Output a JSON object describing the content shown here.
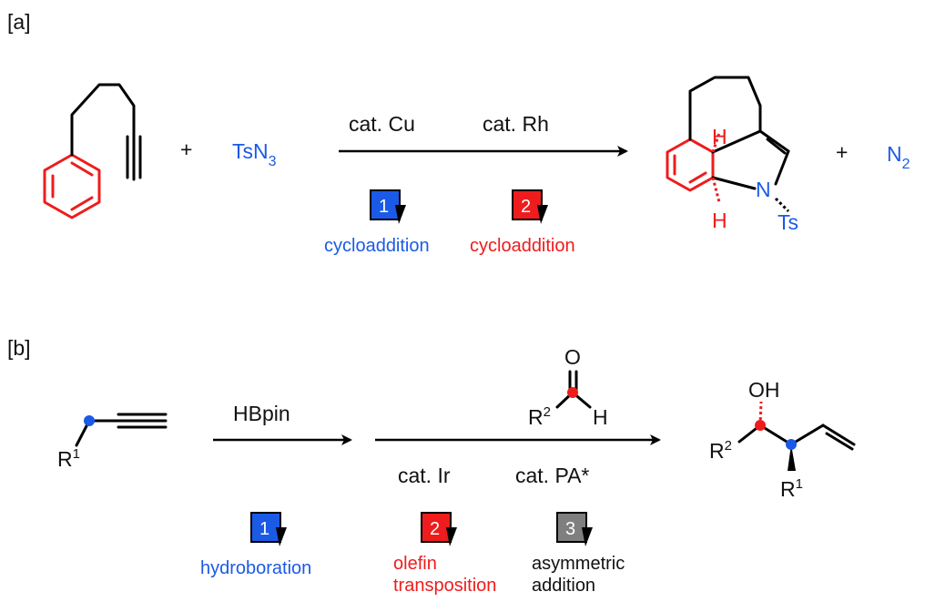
{
  "panel_a": {
    "label": "[a]",
    "plus_1": "+",
    "reagent_main": "TsN",
    "reagent_sub": "3",
    "catalyst_1": "cat. Cu",
    "catalyst_2": "cat. Rh",
    "plus_2": "+",
    "byproduct_main": "N",
    "byproduct_sub": "2",
    "product_atoms": {
      "n": "N",
      "ts": "Ts",
      "h_top": "H",
      "h_bottom": "H"
    },
    "steps": [
      {
        "number": "1",
        "label": "cycloaddition",
        "color": "#1b5ae6"
      },
      {
        "number": "2",
        "label": "cycloaddition",
        "color": "#ee1c1c"
      }
    ]
  },
  "panel_b": {
    "label": "[b]",
    "start_r_main": "R",
    "start_r_sup": "1",
    "reagent_1": "HBpin",
    "aldehyde": {
      "o": "O",
      "r_main": "R",
      "r_sup": "2",
      "h": "H"
    },
    "catalyst_1": "cat. Ir",
    "catalyst_2": "cat. PA*",
    "product": {
      "oh": "OH",
      "r2_main": "R",
      "r2_sup": "2",
      "r1_main": "R",
      "r1_sup": "1"
    },
    "steps": [
      {
        "number": "1",
        "label_lines": [
          "hydroboration"
        ],
        "color": "#1b5ae6",
        "text_color": "#1b5ae6"
      },
      {
        "number": "2",
        "label_lines": [
          "olefin",
          "transposition"
        ],
        "color": "#ee1c1c",
        "text_color": "#ee1c1c"
      },
      {
        "number": "3",
        "label_lines": [
          "asymmetric",
          "addition"
        ],
        "color": "#7f7f7f",
        "text_color": "#111111"
      }
    ]
  }
}
